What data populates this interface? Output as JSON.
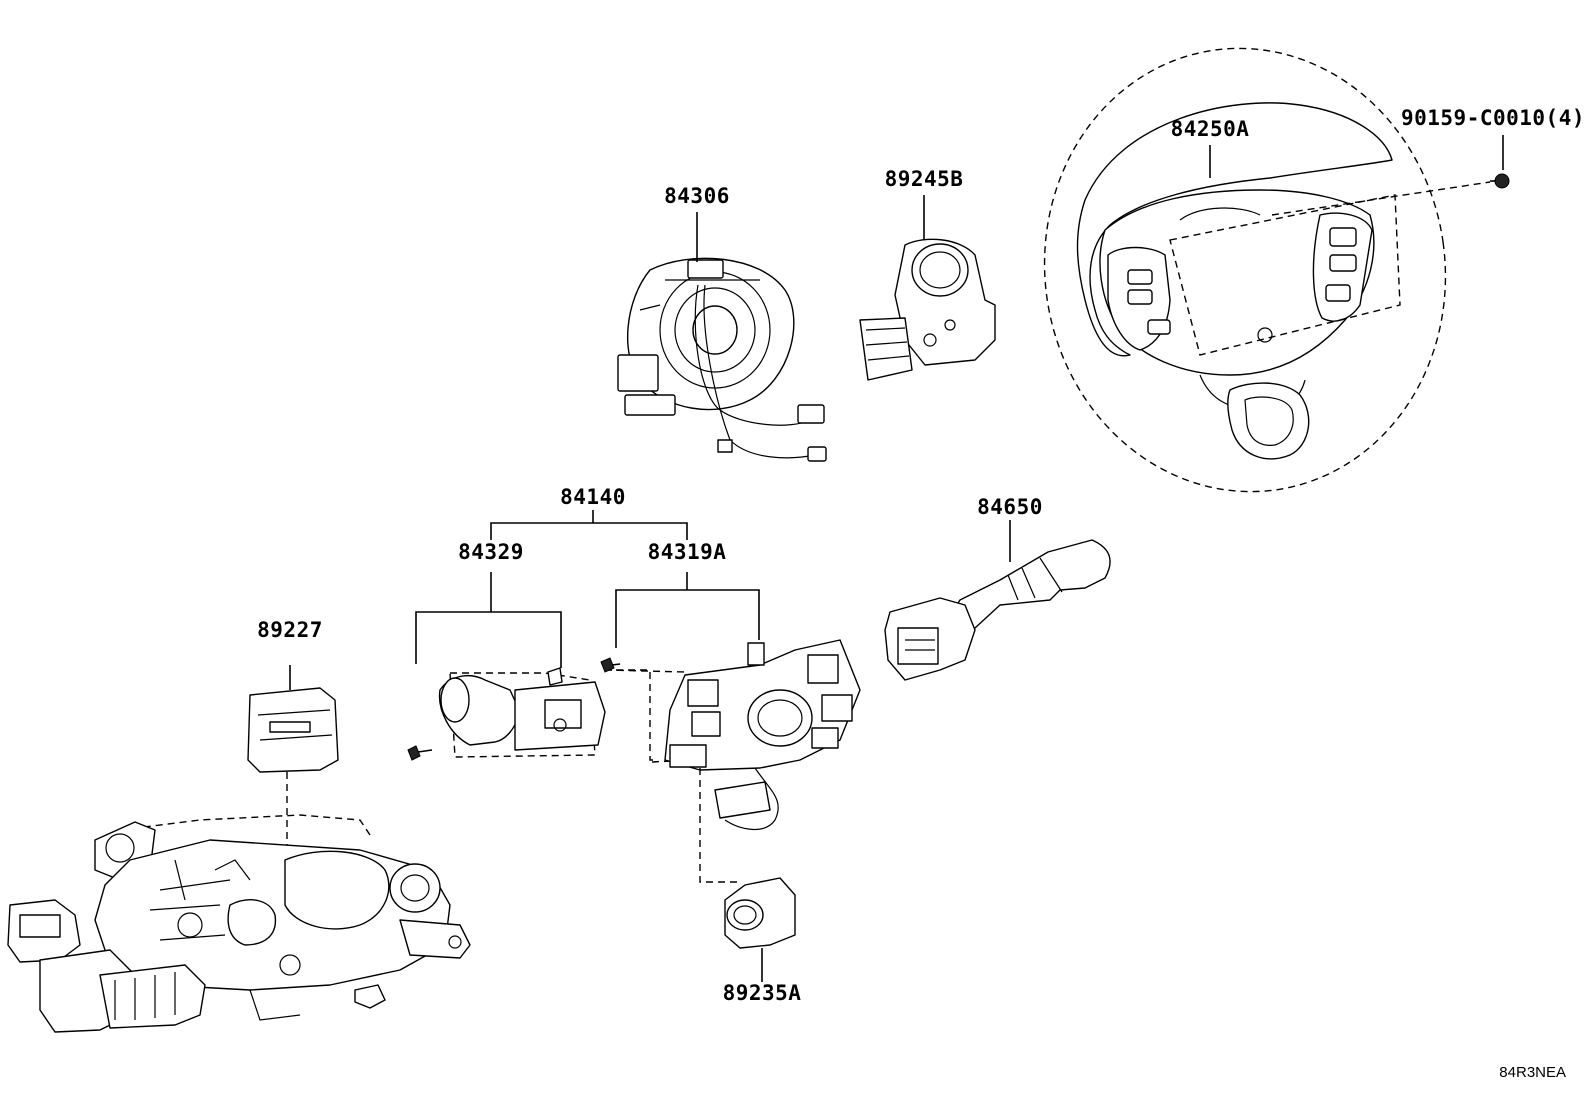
{
  "labels": {
    "p84306": "84306",
    "p89245B": "89245B",
    "p84250A": "84250A",
    "p90159": "90159-C0010(4)",
    "p84140": "84140",
    "p84329": "84329",
    "p84319A": "84319A",
    "p84650": "84650",
    "p89227": "89227",
    "p89235A": "89235A"
  },
  "diagram_code": "84R3NEA"
}
